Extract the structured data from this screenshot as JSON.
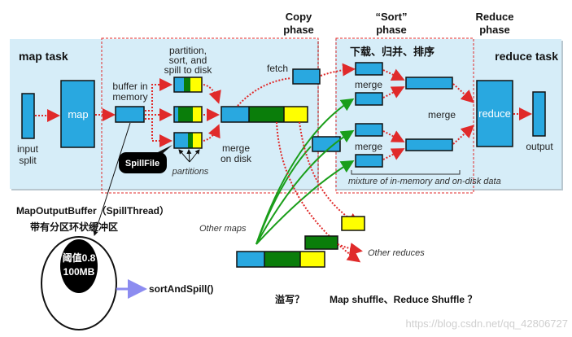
{
  "phases": {
    "copy": [
      "Copy",
      "phase"
    ],
    "sort": [
      "“Sort”",
      "phase"
    ],
    "reduce": [
      "Reduce",
      "phase"
    ]
  },
  "map_task": {
    "title": "map task",
    "input_split": [
      "input",
      "split"
    ],
    "map": "map",
    "buffer": [
      "buffer in",
      "memory"
    ],
    "partition": [
      "partition,",
      "sort, and",
      "spill to disk"
    ],
    "spill_file": "SpillFile",
    "partitions": "partitions",
    "merge_on_disk": [
      "merge",
      "on disk"
    ],
    "fetch": "fetch"
  },
  "reduce_task": {
    "title": "reduce task",
    "cn_steps": "下载、归并、排序",
    "merge": "merge",
    "reduce": "reduce",
    "output": "output",
    "mixture": "mixture of in-memory and on-disk data"
  },
  "annotations": {
    "map_output_buffer": "MapOutputBuffer（SpillThread）",
    "ring_buffer": "带有分区环状缓冲区",
    "threshold": "阈值0.8",
    "size": "100MB",
    "sort_and_spill": "sortAndSpill()",
    "other_maps": "Other maps",
    "other_reduces": "Other reduces",
    "spill_question": "溢写？",
    "shuffle_question": "Map shuffle、Reduce Shuffle ？",
    "watermark": "https://blog.csdn.net/qq_42806727"
  },
  "colors": {
    "panel": "#d6edf8",
    "blue": "#29a8e0",
    "green": "#0a7d0a",
    "yellow": "#ffff00",
    "red": "#e02a2a"
  }
}
